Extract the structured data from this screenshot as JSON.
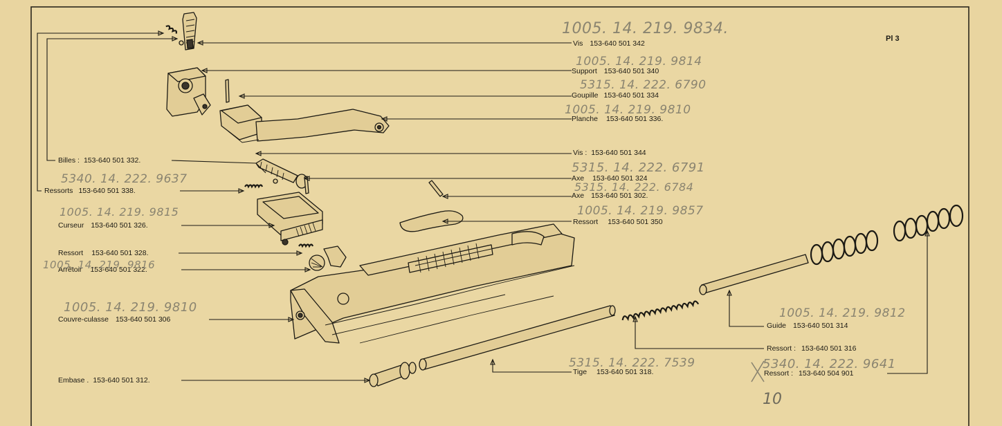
{
  "plate": "Pl 3",
  "labels": [
    {
      "id": "vis-1",
      "name": "Vis",
      "ref": "153-640 501 342"
    },
    {
      "id": "support",
      "name": "Support",
      "ref": "153-640 501 340"
    },
    {
      "id": "goupille",
      "name": "Goupille",
      "ref": "153-640 501 334"
    },
    {
      "id": "planche",
      "name": "Planche",
      "ref": "153-640 501 336."
    },
    {
      "id": "vis-2",
      "name": "Vis :",
      "ref": "153-640 501 344"
    },
    {
      "id": "axe-1",
      "name": "Axe",
      "ref": "153-640 501 324"
    },
    {
      "id": "axe-2",
      "name": "Axe",
      "ref": "153-640 501 302."
    },
    {
      "id": "ressort-350",
      "name": "Ressort",
      "ref": "153-640 501 350"
    },
    {
      "id": "billes",
      "name": "Billes :",
      "ref": "153-640 501 332."
    },
    {
      "id": "ressorts",
      "name": "Ressorts",
      "ref": "153-640 501 338."
    },
    {
      "id": "curseur",
      "name": "Curseur",
      "ref": "153-640 501 326."
    },
    {
      "id": "ressort-328",
      "name": "Ressort",
      "ref": "153-640 501 328."
    },
    {
      "id": "arretoir",
      "name": "Arrêtoir",
      "ref": "153-640 501 322."
    },
    {
      "id": "couvre-culasse",
      "name": "Couvre-culasse",
      "ref": "153-640 501 306"
    },
    {
      "id": "embase",
      "name": "Embase .",
      "ref": "153-640 501 312."
    },
    {
      "id": "guide",
      "name": "Guide",
      "ref": "153-640 501 314"
    },
    {
      "id": "ressort-316",
      "name": "Ressort :",
      "ref": "153-640 501 316"
    },
    {
      "id": "tige",
      "name": "Tige",
      "ref": "153-640 501 318."
    },
    {
      "id": "ressort-901",
      "name": "Ressort :",
      "ref": "153-640 504 901"
    }
  ],
  "handwritten": [
    "1005. 14. 219. 9834.",
    "1005. 14. 219. 9814",
    "5315. 14. 222. 6790",
    "1005. 14. 219. 9810",
    "5315. 14. 222. 6791",
    "5315. 14. 222. 6784",
    "5340. 14. 222. 9637",
    "1005. 14. 219. 9815",
    "1005. 14. 219. 9857",
    "1005. 14. 219. 9816",
    "1005. 14. 219. 9810",
    "1005. 14. 219. 9812",
    "5315. 14. 222. 7539",
    "5340. 14. 222. 9641",
    "10"
  ]
}
